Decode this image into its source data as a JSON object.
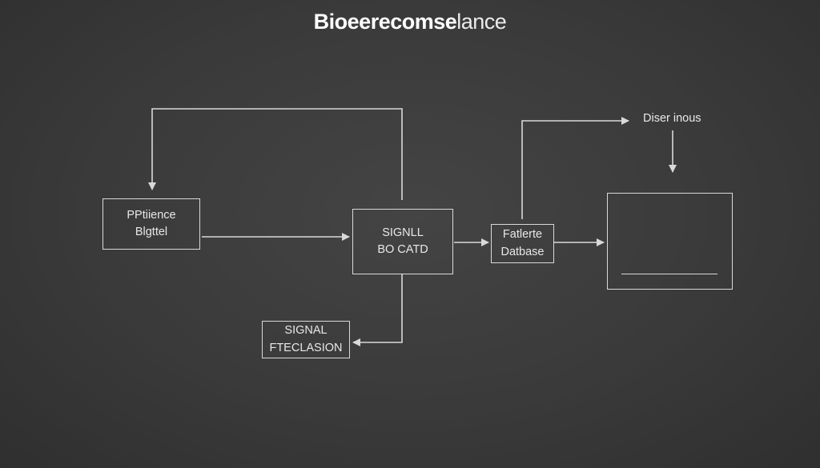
{
  "title": {
    "bold": "Bioeerecomse",
    "light": "lance"
  },
  "colors": {
    "background": "#3a3a3a",
    "stroke": "#d9d9d9",
    "text": "#e8e8e8"
  },
  "nodes": {
    "left_box": {
      "line1": "PPtiience",
      "line2": "Blgttel"
    },
    "center_box": {
      "line1": "SIGNLL",
      "line2": "BO CATD"
    },
    "bottom_box": {
      "line1": "SIGNAL",
      "line2": "FTECLASION"
    },
    "database_box": {
      "line1": "Fatlerte",
      "line2": "Datbase"
    },
    "output_label": "Diser inous"
  }
}
